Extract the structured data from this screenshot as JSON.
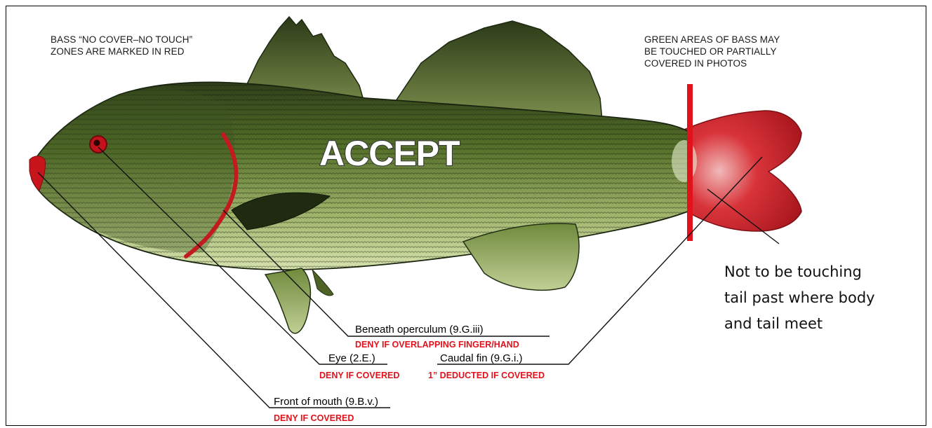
{
  "top_left_note": [
    "BASS “NO COVER–NO TOUCH”",
    "ZONES ARE MARKED IN RED"
  ],
  "top_right_note": [
    "GREEN AREAS OF BASS MAY",
    "BE TOUCHED OR PARTIALLY",
    "COVERED IN PHOTOS"
  ],
  "center_label": "ACCEPT",
  "callouts": {
    "operculum": {
      "label": "Beneath operculum (9.G.iii)",
      "rule": "DENY IF OVERLAPPING FINGER/HAND"
    },
    "eye": {
      "label": "Eye (2.E.)",
      "rule": "DENY IF COVERED"
    },
    "caudal": {
      "label": "Caudal fin (9.G.i.)",
      "rule": "1” DEDUCTED IF COVERED"
    },
    "mouth": {
      "label": "Front of mouth (9.B.v.)",
      "rule": "DENY IF COVERED"
    }
  },
  "tail_note": [
    "Not to be touching",
    "tail past where body",
    "and tail meet"
  ],
  "colors": {
    "no_touch_red": "#e0121b",
    "fish_green": "#5f7a2e",
    "belly_light": "#c9d8a0"
  },
  "icons": [
    "largemouth-bass-illustration"
  ]
}
